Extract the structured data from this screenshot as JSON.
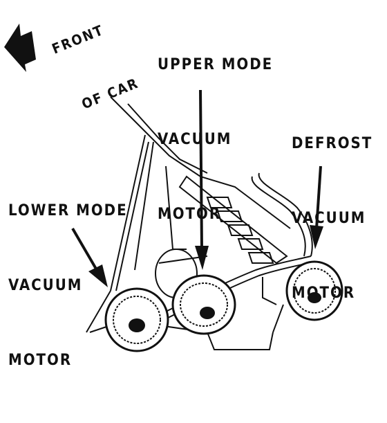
{
  "front_label": {
    "line1": "FRONT",
    "line2": "OF CAR"
  },
  "upper_mode": {
    "line1": "UPPER MODE",
    "line2": "VACUUM",
    "line3": "MOTOR"
  },
  "defrost": {
    "line1": "DEFROST",
    "line2": "VACUUM",
    "line3": "MOTOR"
  },
  "lower_mode": {
    "line1": "LOWER MODE",
    "line2": "VACUUM",
    "line3": "MOTOR"
  },
  "icons": {
    "front_arrow": "arrow-pointing-front-icon"
  },
  "colors": {
    "ink": "#111111",
    "background": "#ffffff"
  }
}
